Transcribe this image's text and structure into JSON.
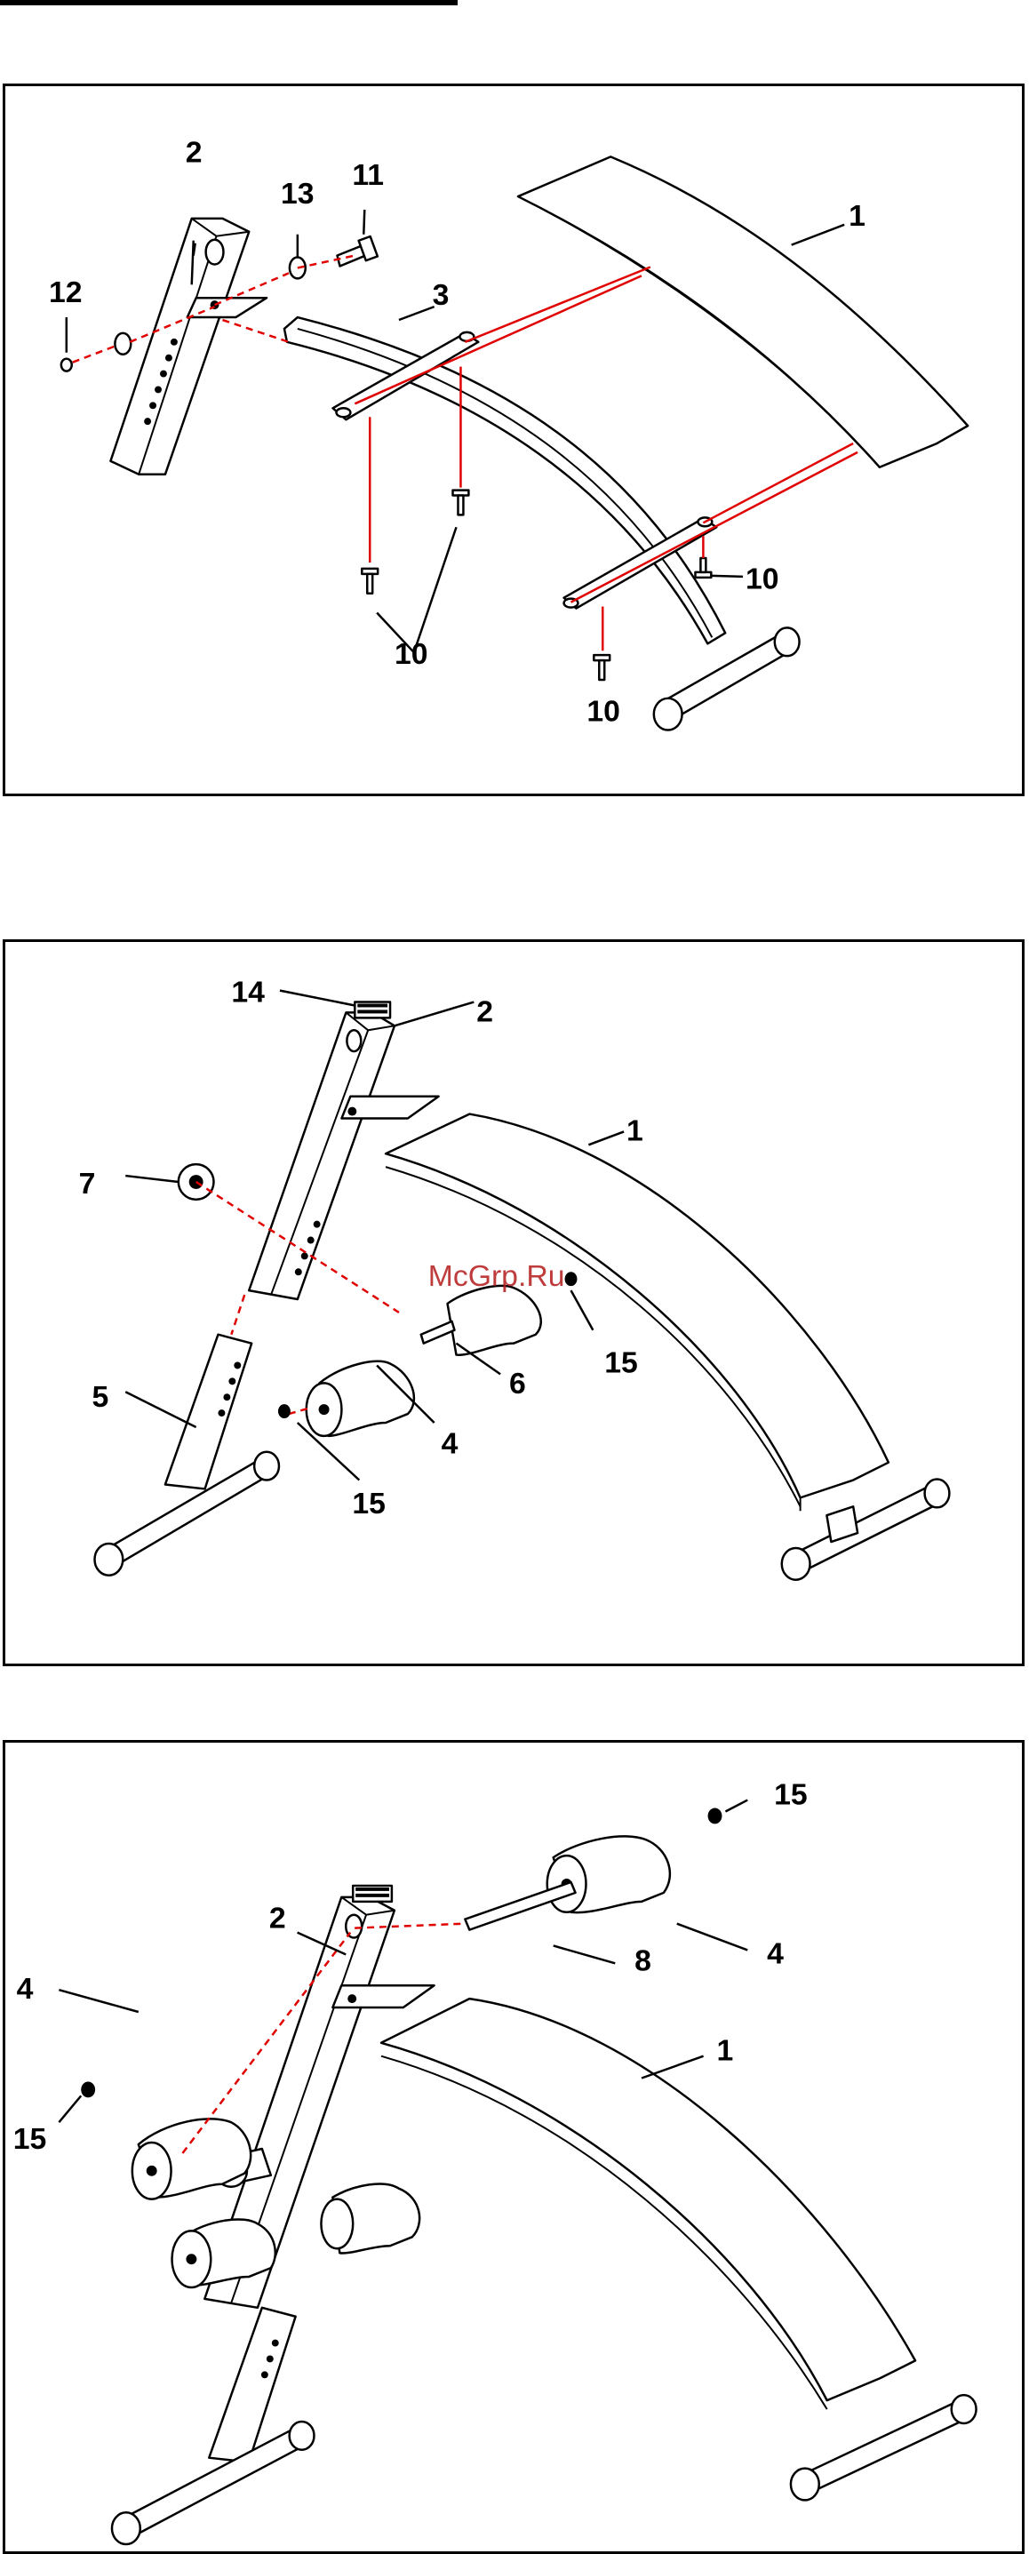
{
  "panels": [
    {
      "id": "step-1",
      "labels": {
        "l1": "1",
        "l2": "2",
        "l3": "3",
        "l10a": "10",
        "l10b": "10",
        "l10c": "10",
        "l11": "11",
        "l12": "12",
        "l13": "13"
      }
    },
    {
      "id": "step-2",
      "labels": {
        "l1": "1",
        "l2": "2",
        "l4": "4",
        "l5": "5",
        "l6": "6",
        "l7": "7",
        "l14": "14",
        "l15a": "15",
        "l15b": "15"
      },
      "watermark": "McGrp.Ru"
    },
    {
      "id": "step-3",
      "labels": {
        "l1": "1",
        "l2": "2",
        "l4a": "4",
        "l4b": "4",
        "l8": "8",
        "l15a": "15",
        "l15b": "15"
      }
    }
  ],
  "colors": {
    "assembly_line": "#e00000",
    "watermark": "#b51b1b"
  }
}
